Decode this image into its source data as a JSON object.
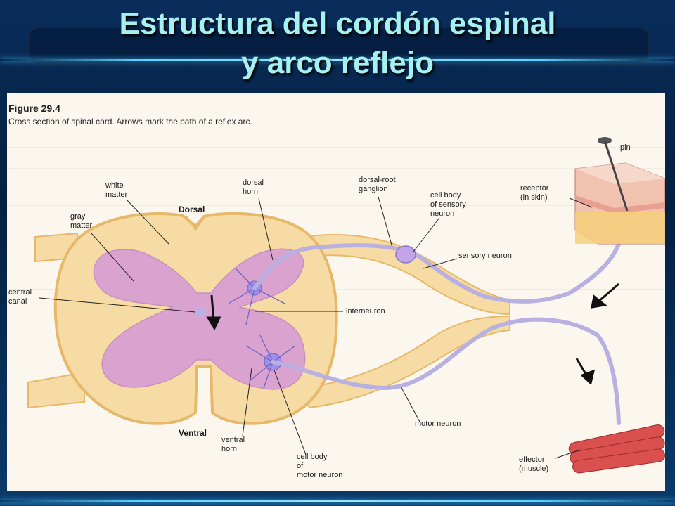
{
  "slide": {
    "title_line1": "Estructura del cordón espinal",
    "title_line2": "y arco reflejo"
  },
  "figure": {
    "header": "Figure 29.4",
    "caption": "Cross section of spinal cord. Arrows mark the path of a reflex arc.",
    "labels": {
      "white_matter_1": "white",
      "white_matter_2": "matter",
      "gray_matter_1": "gray",
      "gray_matter_2": "matter",
      "dorsal": "Dorsal",
      "dorsal_horn_1": "dorsal",
      "dorsal_horn_2": "horn",
      "dorsal_root_ganglion_1": "dorsal-root",
      "dorsal_root_ganglion_2": "ganglion",
      "cell_body_sensory_1": "cell body",
      "cell_body_sensory_2": "of sensory",
      "cell_body_sensory_3": "neuron",
      "pin": "pin",
      "receptor_1": "receptor",
      "receptor_2": "(in skin)",
      "sensory_neuron": "sensory neuron",
      "central_canal_1": "central",
      "central_canal_2": "canal",
      "interneuron": "interneuron",
      "motor_neuron": "motor neuron",
      "ventral": "Ventral",
      "ventral_horn_1": "ventral",
      "ventral_horn_2": "horn",
      "cell_body_motor_1": "cell body",
      "cell_body_motor_2": "of",
      "cell_body_motor_3": "motor neuron",
      "effector_1": "effector",
      "effector_2": "(muscle)"
    }
  },
  "colors": {
    "title": "#a5f1f1",
    "white_matter": "#f6dca4",
    "white_matter_edge": "#e8b86a",
    "gray_matter": "#d9a2cf",
    "neuron": "#b8b0e0",
    "muscle": "#d9504e",
    "skin": "#f0b0a0"
  }
}
